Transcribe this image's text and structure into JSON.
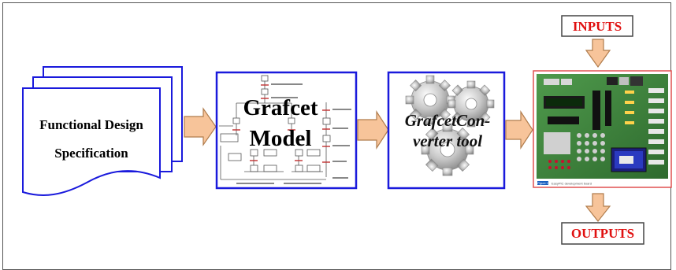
{
  "doc": {
    "stack": {
      "line1": "Functional Design",
      "line2": "Specification"
    },
    "grafcet": {
      "line1": "Grafcet",
      "line2": "Model"
    },
    "converter": {
      "line1": "GrafcetCon-",
      "line2": "verter tool"
    },
    "inputs_label": "INPUTS",
    "outputs_label": "OUTPUTS",
    "board_caption": "EasyPIC development board",
    "board_tag": "Figure 1"
  },
  "colors": {
    "box_border": "#1a1adc",
    "arrow_fill": "#f7c49a",
    "arrow_stroke": "#b07c4c",
    "io_label": "#e01010",
    "board_border": "#e05050",
    "board_pcb": "#3b7c3a",
    "grafcet_lines": "#555555",
    "grafcet_red": "#c03030"
  },
  "icons": [
    "gear-icon",
    "board-image"
  ]
}
